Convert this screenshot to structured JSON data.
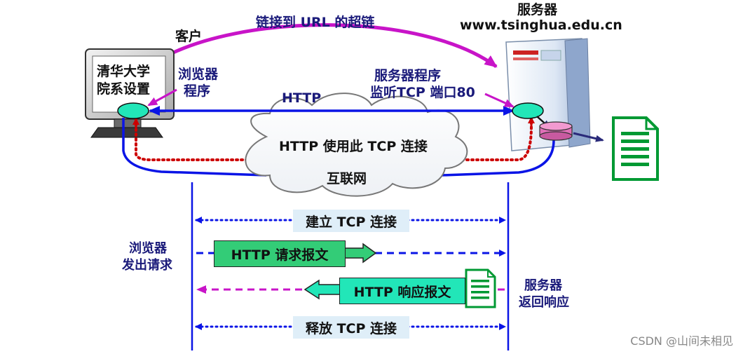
{
  "labels": {
    "client": "客户",
    "link_text": "链接到 URL 的超链",
    "server_title": "服务器",
    "server_host": "www.tsinghua.edu.cn",
    "screen_line1": "清华大学",
    "screen_line2": "院系设置",
    "browser_line1": "浏览器",
    "browser_line2": "程序",
    "server_prog_line1": "服务器程序",
    "server_prog_line2": "监听TCP 端口80",
    "http": "HTTP",
    "cloud_text": "HTTP 使用此 TCP 连接",
    "internet": "互联网",
    "establish": "建立 TCP 连接",
    "request_msg": "HTTP 请求报文",
    "response_msg": "HTTP 响应报文",
    "release": "释放 TCP 连接",
    "browser_req_line1": "浏览器",
    "browser_req_line2": "发出请求",
    "server_resp_line1": "服务器",
    "server_resp_line2": "返回响应",
    "watermark": "CSDN @山间未相见"
  },
  "colors": {
    "navy": "#1a1a7a",
    "blue": "#0a14e6",
    "magenta": "#c814c8",
    "red": "#cc0000",
    "green": "#009933"
  }
}
